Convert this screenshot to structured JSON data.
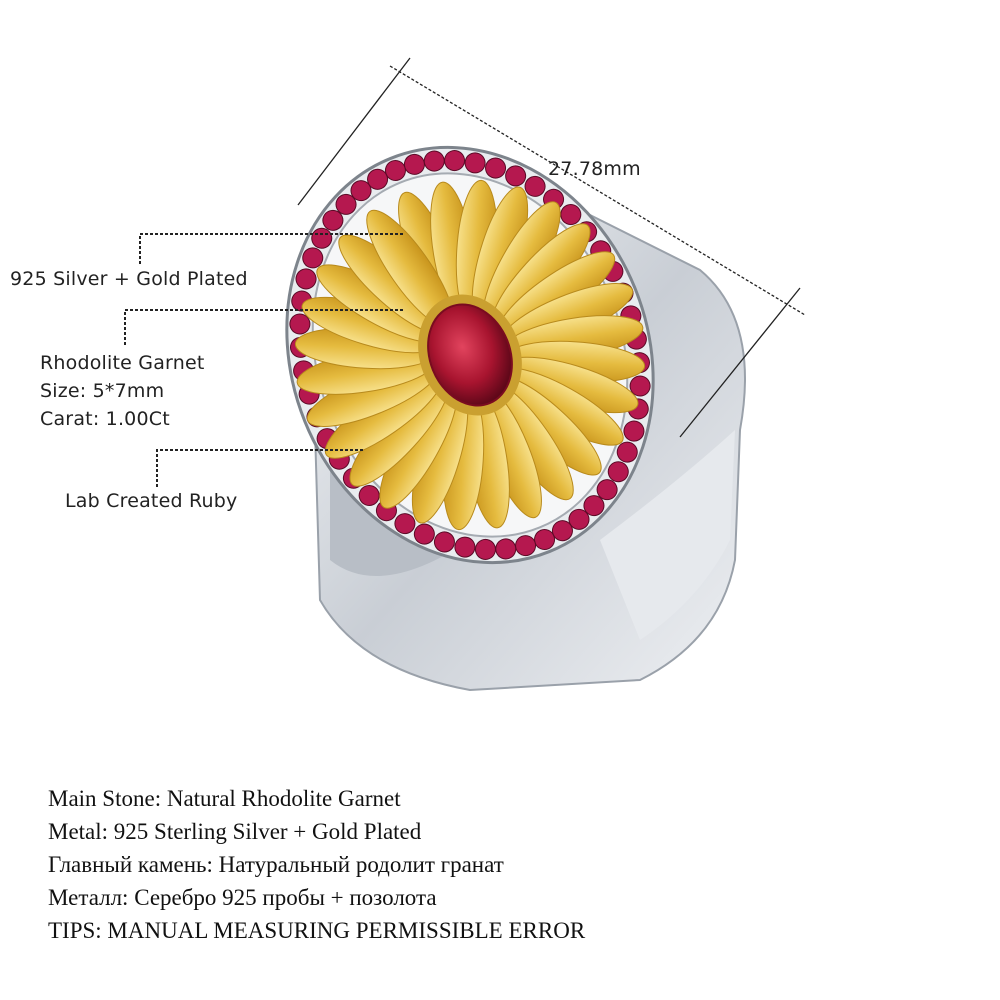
{
  "dimension": {
    "label": "27.78mm"
  },
  "callouts": {
    "metal": "925 Silver + Gold Plated",
    "stone_name": "Rhodolite Garnet",
    "stone_size": "Size: 5*7mm",
    "stone_carat": "Carat: 1.00Ct",
    "side_stones": "Lab Created Ruby"
  },
  "specs": [
    "Main Stone: Natural Rhodolite Garnet",
    "Metal: 925 Sterling Silver + Gold Plated",
    "Главный камень: Натуральный родолит гранат",
    "Металл: Серебро 925 пробы + позолота",
    "TIPS: MANUAL MEASURING PERMISSIBLE ERROR"
  ],
  "colors": {
    "gold": "#e8c14a",
    "silver": "#d9dde2",
    "ruby": "#b5184f",
    "garnet": "#9c1030"
  }
}
